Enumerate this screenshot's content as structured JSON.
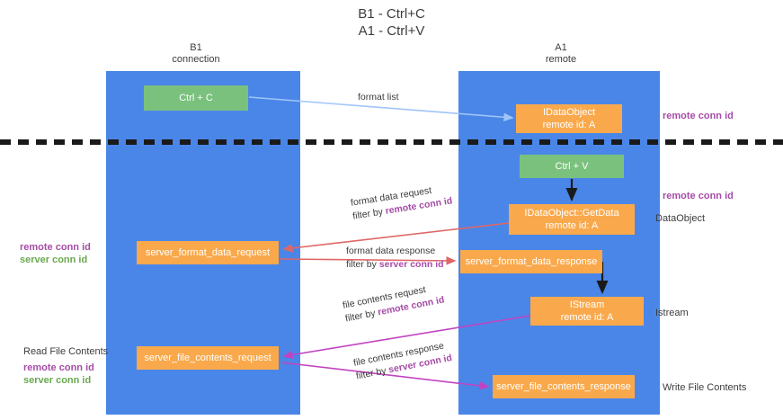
{
  "title": {
    "line1": "B1 - Ctrl+C",
    "line2": "A1 - Ctrl+V"
  },
  "columns": [
    {
      "id": "b1",
      "name": "B1",
      "role": "connection"
    },
    {
      "id": "a1",
      "name": "A1",
      "role": "remote"
    }
  ],
  "colors": {
    "lane": "#4a86e8",
    "node_green": "#7bc17e",
    "node_orange": "#f9a94c",
    "purple": "#a64ca6",
    "green_text": "#6aa84f",
    "divider": "#1a1a1a",
    "edge_format_list": "#9fc5f8",
    "edge_getdata": "#1a1a1a",
    "edge_format_data": "#e06666",
    "edge_file_contents": "#c243c2"
  },
  "nodes": {
    "ctrl_c": {
      "line1": "Ctrl + C",
      "line2": ""
    },
    "idataobject": {
      "line1": "IDataObject",
      "line2": "remote id: A"
    },
    "ctrl_v": {
      "line1": "Ctrl + V",
      "line2": ""
    },
    "getdata": {
      "line1": "IDataObject::GetData",
      "line2": "remote id: A"
    },
    "server_format_data_request": {
      "line1": "server_format_data_request",
      "line2": ""
    },
    "server_format_data_response": {
      "line1": "server_format_data_response",
      "line2": ""
    },
    "istream": {
      "line1": "IStream",
      "line2": "remote id: A"
    },
    "server_file_contents_request": {
      "line1": "server_file_contents_request",
      "line2": ""
    },
    "server_file_contents_response": {
      "line1": "server_file_contents_response",
      "line2": ""
    }
  },
  "edges": {
    "format_list": {
      "main": "format list",
      "filter_prefix": "",
      "filter_key": ""
    },
    "format_data_request": {
      "main": "format data request",
      "filter_prefix": "filter by ",
      "filter_key": "remote conn id"
    },
    "format_data_response": {
      "main": "format data response",
      "filter_prefix": "filter by ",
      "filter_key": "server conn id"
    },
    "file_contents_request": {
      "main": "file contents request",
      "filter_prefix": "filter by ",
      "filter_key": "remote conn id"
    },
    "file_contents_response": {
      "main": "file contents response",
      "filter_prefix": "filter by ",
      "filter_key": "server conn id"
    }
  },
  "annotations": {
    "remote_conn_id_top": "remote conn id",
    "remote_conn_id_mid": "remote conn id",
    "dataobject": "DataObject",
    "istream": "Istream",
    "write_file_contents": "Write File Contents",
    "read_file_contents": "Read File Contents",
    "left_remote_conn_id_1": "remote conn id",
    "left_server_conn_id_1": "server conn id",
    "left_remote_conn_id_2": "remote conn id",
    "left_server_conn_id_2": "server conn id"
  }
}
